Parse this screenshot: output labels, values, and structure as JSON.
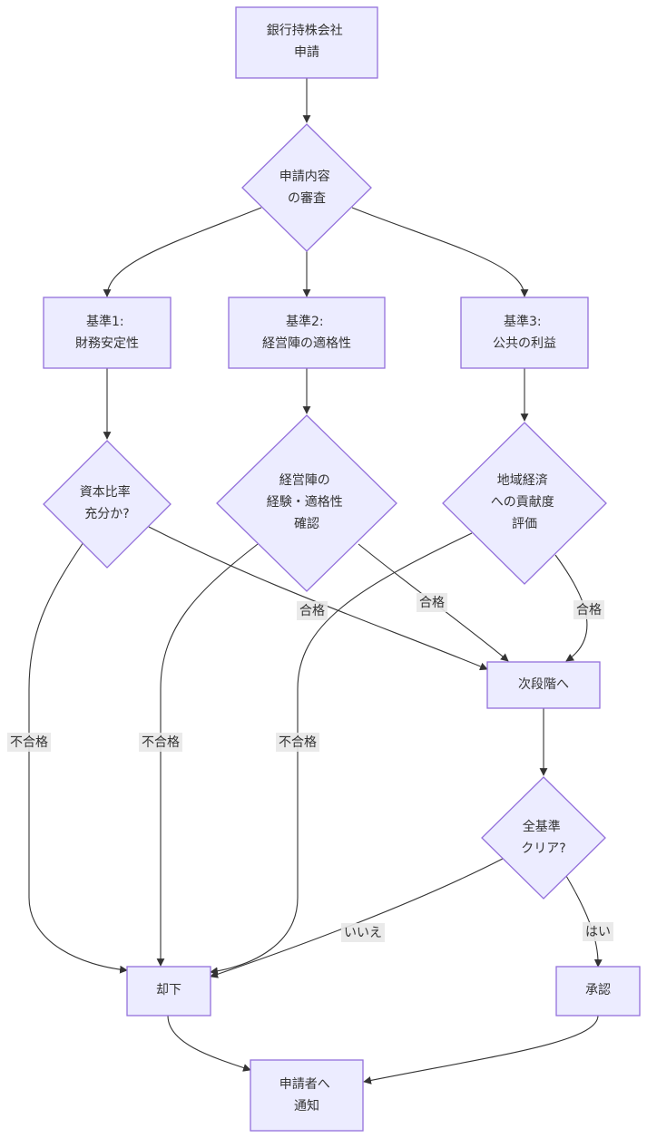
{
  "nodes": {
    "apply": {
      "lines": [
        "銀行持株会社",
        "申請"
      ]
    },
    "review": {
      "lines": [
        "申請内容",
        "の審査"
      ]
    },
    "c1": {
      "lines": [
        "基準1:",
        "財務安定性"
      ]
    },
    "c2": {
      "lines": [
        "基準2:",
        "経営陣の適格性"
      ]
    },
    "c3": {
      "lines": [
        "基準3:",
        "公共の利益"
      ]
    },
    "d1": {
      "lines": [
        "資本比率",
        "充分か?"
      ]
    },
    "d2": {
      "lines": [
        "経営陣の",
        "経験・適格性",
        "確認"
      ]
    },
    "d3": {
      "lines": [
        "地域経済",
        "への貢献度",
        "評価"
      ]
    },
    "next": {
      "lines": [
        "次段階へ"
      ]
    },
    "all": {
      "lines": [
        "全基準",
        "クリア?"
      ]
    },
    "reject": {
      "lines": [
        "却下"
      ]
    },
    "approve": {
      "lines": [
        "承認"
      ]
    },
    "notify": {
      "lines": [
        "申請者へ",
        "通知"
      ]
    }
  },
  "edge_labels": {
    "pass": "合格",
    "fail": "不合格",
    "no": "いいえ",
    "yes": "はい"
  },
  "colors": {
    "node_fill": "#ececff",
    "node_stroke": "#9370db",
    "edge": "#333333",
    "label_bg": "#e8e8e8"
  }
}
